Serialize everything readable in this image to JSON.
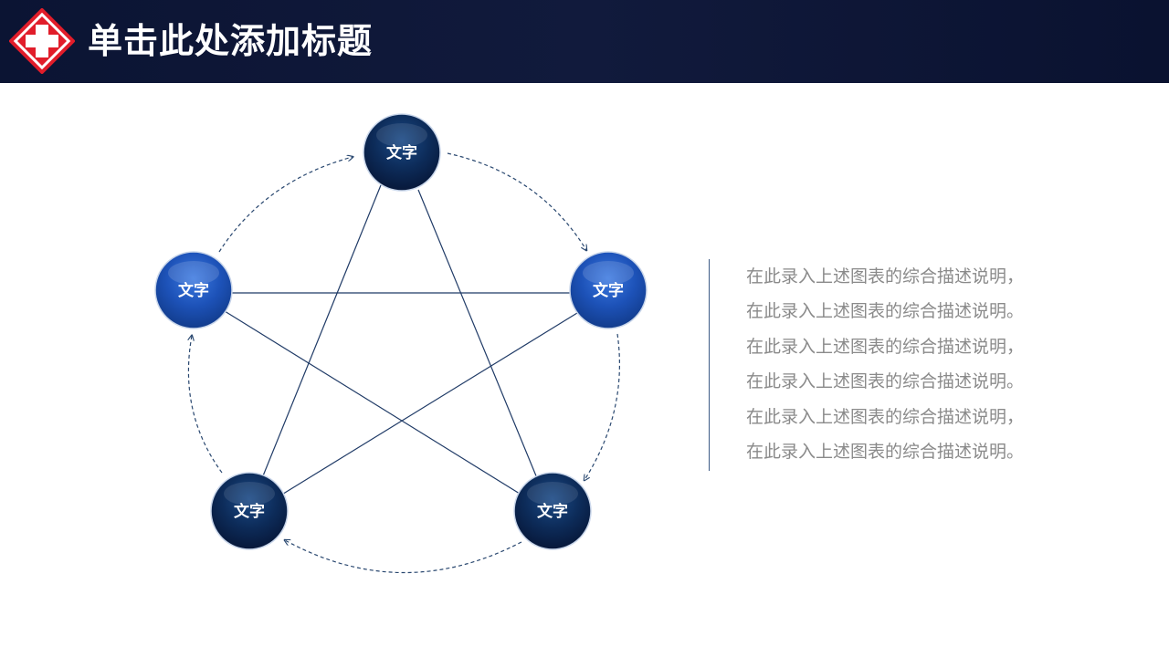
{
  "header": {
    "title": "单击此处添加标题",
    "logo_icon": "medical-cross-icon",
    "background_color": "#0b1433"
  },
  "diagram": {
    "type": "five-node-cycle-with-star",
    "nodes": [
      {
        "id": "top",
        "label": "文字",
        "style": "dark"
      },
      {
        "id": "right",
        "label": "文字",
        "style": "blue"
      },
      {
        "id": "bottom-right",
        "label": "文字",
        "style": "dark"
      },
      {
        "id": "bottom-left",
        "label": "文字",
        "style": "dark"
      },
      {
        "id": "left",
        "label": "文字",
        "style": "blue"
      }
    ],
    "cycle_direction": "clockwise",
    "colors": {
      "dark_node": "#0b2a55",
      "blue_node": "#1a4fb0",
      "line": "#1f3a66",
      "arrow": "#2a4870"
    }
  },
  "description": {
    "lines": [
      "在此录入上述图表的综合描述说明，",
      "在此录入上述图表的综合描述说明。",
      "在此录入上述图表的综合描述说明，",
      "在此录入上述图表的综合描述说明。",
      "在此录入上述图表的综合描述说明，",
      "在此录入上述图表的综合描述说明。"
    ],
    "text_color": "#8a8a8a"
  }
}
